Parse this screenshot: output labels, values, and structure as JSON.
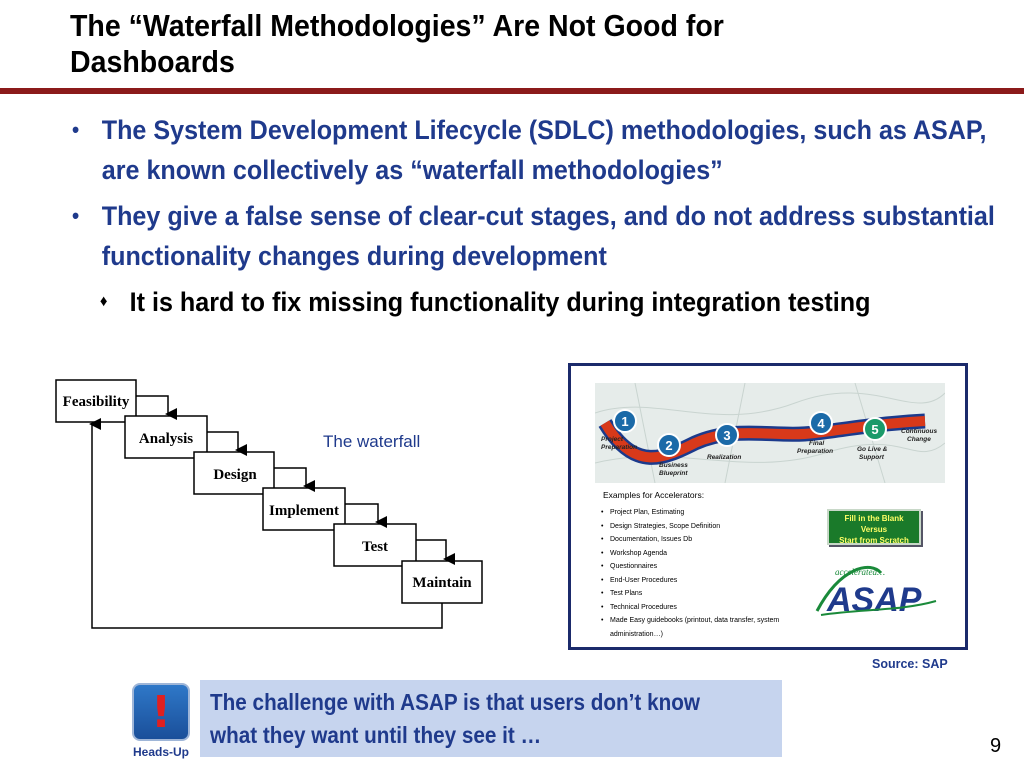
{
  "slide": {
    "title_line1": "The “Waterfall Methodologies” Are Not Good for",
    "title_line2": "Dashboards",
    "bullets": [
      "The System Development Lifecycle (SDLC) methodologies, such as ASAP, are known collectively as “waterfall methodologies”",
      "They give a false sense of clear-cut stages, and do not address substantial functionality changes during development"
    ],
    "sub_bullet": "It is hard to fix missing functionality during integration testing",
    "waterfall": {
      "stages": [
        "Feasibility",
        "Analysis",
        "Design",
        "Implement",
        "Test",
        "Maintain"
      ],
      "caption": "The waterfall"
    },
    "asap": {
      "steps": [
        {
          "num": "1",
          "label": "Project\nPreparation"
        },
        {
          "num": "2",
          "label": "Business\nBlueprint"
        },
        {
          "num": "3",
          "label": "Realization"
        },
        {
          "num": "4",
          "label": "Final\nPreparation"
        },
        {
          "num": "5",
          "label": "Go Live &\nSupport"
        }
      ],
      "continuous": "Continuous\nChange",
      "accelerators_title": "Examples for Accelerators:",
      "accelerators": [
        "Project Plan, Estimating",
        "Design Strategies, Scope Definition",
        "Documentation, Issues Db",
        "Workshop Agenda",
        "Questionnaires",
        "End-User Procedures",
        "Test Plans",
        "Technical Procedures",
        "Made Easy guidebooks (printout, data transfer, system administration…)"
      ],
      "fill_box": [
        "Fill in the Blank",
        "Versus",
        "Start from Scratch"
      ],
      "logo_tag": "accelerated…",
      "logo_text": "ASAP"
    },
    "source": "Source: SAP",
    "heads_up_label": "Heads-Up",
    "heads_up_icon": "exclamation-icon",
    "callout_line1": "The challenge with ASAP is that users don’t know",
    "callout_line2": "what they want until they see it …",
    "page_number": "9",
    "colors": {
      "accent": "#1f3a8c",
      "rule": "#8b1a1a",
      "callout_bg": "#c6d4ee",
      "road": "#d8391a"
    }
  }
}
